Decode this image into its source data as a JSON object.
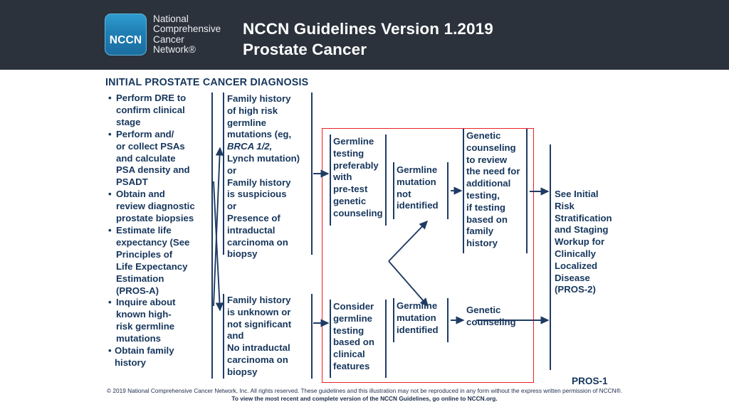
{
  "header": {
    "logo_badge_text": "NCCN",
    "logo_lines": [
      "National",
      "Comprehensive",
      "Cancer",
      "Network®"
    ],
    "title_line1": "NCCN Guidelines Version 1.2019",
    "title_line2": "Prostate Cancer",
    "background_color": "#2b323c",
    "title_color": "#ffffff"
  },
  "page": {
    "section_title": "INITIAL PROSTATE CANCER DIAGNOSIS",
    "page_code": "PROS-1",
    "text_color": "#16365c",
    "highlight_box_color": "#ee2024",
    "rule_color": "#1f3b63"
  },
  "column1": {
    "name": "initial-workup",
    "bullets": [
      "Perform DRE to confirm clinical stage",
      "Perform and/ or collect PSAs and calculate PSA density and PSADT",
      "Obtain and review diagnostic prostate biopsies",
      "Estimate life expectancy (See Principles of Life Expectancy Estimation (PROS-A)",
      "Inquire about known high-risk germline mutations",
      "Obtain family history"
    ],
    "bullet_lines": [
      [
        "Perform DRE to",
        "confirm clinical",
        "stage"
      ],
      [
        "Perform and/",
        "or collect PSAs",
        "and calculate",
        "PSA density and",
        "PSADT"
      ],
      [
        "Obtain and",
        "review diagnostic",
        "prostate biopsies"
      ],
      [
        "Estimate life",
        "expectancy (See",
        "Principles of",
        "Life Expectancy",
        "Estimation",
        "(PROS-A)"
      ],
      [
        "Inquire about",
        "known high-",
        "risk germline",
        "mutations"
      ],
      [
        "Obtain family",
        "history"
      ]
    ]
  },
  "column2": {
    "name": "family-history",
    "box_high_risk": {
      "lines": [
        "Family history",
        "of high risk",
        "germline",
        "mutations (eg,",
        "BRCA 1/2,",
        "Lynch mutation)",
        "or",
        "Family history",
        "is suspicious",
        "or",
        "Presence of",
        "intraductal",
        "carcinoma on",
        "biopsy"
      ],
      "italic_line_index": 4
    },
    "box_not_significant": {
      "lines": [
        "Family history",
        "is unknown or",
        "not significant",
        "and",
        "No intraductal",
        "carcinoma on",
        "biopsy"
      ]
    }
  },
  "column3": {
    "name": "germline-testing",
    "box_top": {
      "lines": [
        "Germline",
        "testing",
        "preferably",
        "with",
        "pre-test",
        "genetic",
        "counseling"
      ]
    },
    "box_bottom": {
      "lines": [
        "Consider",
        "germline",
        "testing",
        "based on",
        "clinical",
        "features"
      ]
    }
  },
  "column4": {
    "name": "germline-result",
    "box_top": {
      "lines": [
        "Germline",
        "mutation",
        "not",
        "identified"
      ]
    },
    "box_bottom": {
      "lines": [
        "Germline",
        "mutation",
        "identified"
      ]
    }
  },
  "column5": {
    "name": "genetic-counseling",
    "box_top": {
      "lines": [
        "Genetic",
        "counseling",
        "to review",
        "the need for",
        "additional",
        "testing,",
        "if testing",
        "based on",
        "family",
        "history"
      ]
    },
    "box_bottom": {
      "lines": [
        "Genetic",
        "counseling"
      ]
    }
  },
  "column6": {
    "name": "next-step",
    "box": {
      "lines": [
        "See Initial",
        "Risk",
        "Stratification",
        "and Staging",
        "Workup for",
        "Clinically",
        "Localized",
        "Disease",
        "(PROS-2)"
      ]
    }
  },
  "footer": {
    "line1": "© 2019 National Comprehensive Cancer Network, Inc. All rights reserved. These guidelines and this illustration may not be reproduced in any form without the express written permission of NCCN®.",
    "line2": "To view the most recent and complete version of the NCCN Guidelines, go online to NCCN.org."
  }
}
